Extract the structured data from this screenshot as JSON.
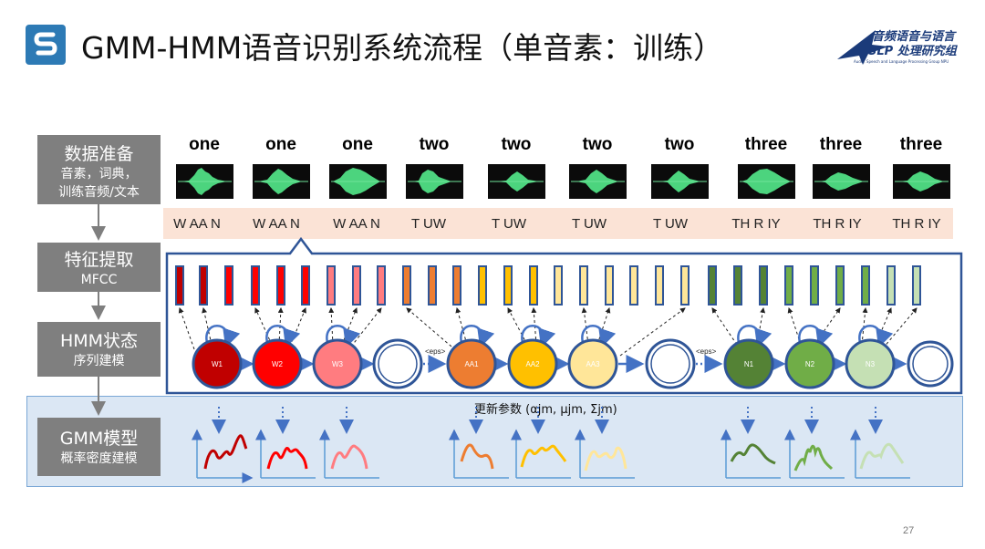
{
  "slide": {
    "title": "GMM-HMM语音识别系统流程（单音素：训练）",
    "page_number": "27"
  },
  "logo": {
    "main": "音频语音与语言",
    "sub": "SLP 处理研究组",
    "tiny": "Audio, Speech and Language Processing Group NPU"
  },
  "stages": [
    {
      "title": "数据准备",
      "subtitle": "音素，词典，\n训练音频/文本"
    },
    {
      "title": "特征提取",
      "subtitle": "MFCC"
    },
    {
      "title": "HMM状态",
      "subtitle": "序列建模"
    },
    {
      "title": "GMM模型",
      "subtitle": "概率密度建模"
    }
  ],
  "words": [
    "one",
    "one",
    "one",
    "two",
    "two",
    "two",
    "two",
    "three",
    "three",
    "three"
  ],
  "phones": [
    "W AA N",
    "W AA N",
    "W AA N",
    "T UW",
    "T UW",
    "T UW",
    "T UW",
    "TH R IY",
    "TH R IY",
    "TH R IY"
  ],
  "hmm_states": [
    "W1",
    "W2",
    "W3",
    "",
    "AA1",
    "AA2",
    "AA3",
    "",
    "N1",
    "N2",
    "N3",
    ""
  ],
  "eps_label": "<eps>",
  "update_label": "更新参数 (αjm, μjm, Σjm)",
  "colors": {
    "W1": "#c00000",
    "W2": "#ff0000",
    "W3": "#ff7c80",
    "AA1": "#ed7d31",
    "AA2": "#ffc000",
    "AA3": "#ffe699",
    "N1": "#548235",
    "N2": "#70ad47",
    "N3": "#c5e0b4",
    "accent": "#2e75b6",
    "stage_bg": "#7f7f7f"
  }
}
